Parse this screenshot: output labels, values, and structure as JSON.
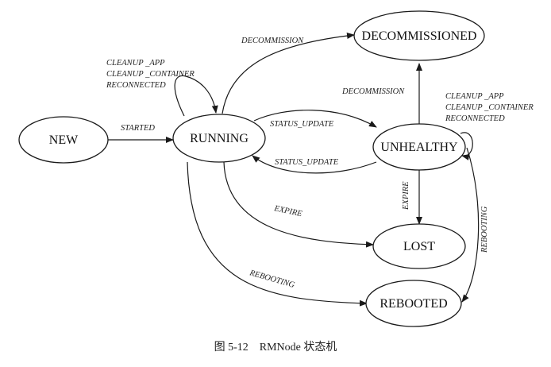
{
  "nodes": {
    "new": "NEW",
    "running": "RUNNING",
    "decommissioned": "DECOMMISSIONED",
    "unhealthy": "UNHEALTHY",
    "lost": "LOST",
    "rebooted": "REBOOTED"
  },
  "edges": {
    "started": "STARTED",
    "decommission_running": "DECOMMISSION",
    "running_self_1": "CLEANUP _APP",
    "running_self_2": "CLEANUP _CONTAINER",
    "running_self_3": "RECONNECTED",
    "status_update_to_unhealthy": "STATUS_UPDATE",
    "status_update_to_running": "STATUS_UPDATE",
    "decommission_unhealthy": "DECOMMISSION",
    "unhealthy_self_1": "CLEANUP _APP",
    "unhealthy_self_2": "CLEANUP _CONTAINER",
    "unhealthy_self_3": "RECONNECTED",
    "expire_unhealthy": "EXPIRE",
    "expire_running": "EXPIRE",
    "rebooting_unhealthy": "REBOOTING",
    "rebooting_running": "REBOOTING"
  },
  "caption": "图 5-12　RMNode 状态机"
}
